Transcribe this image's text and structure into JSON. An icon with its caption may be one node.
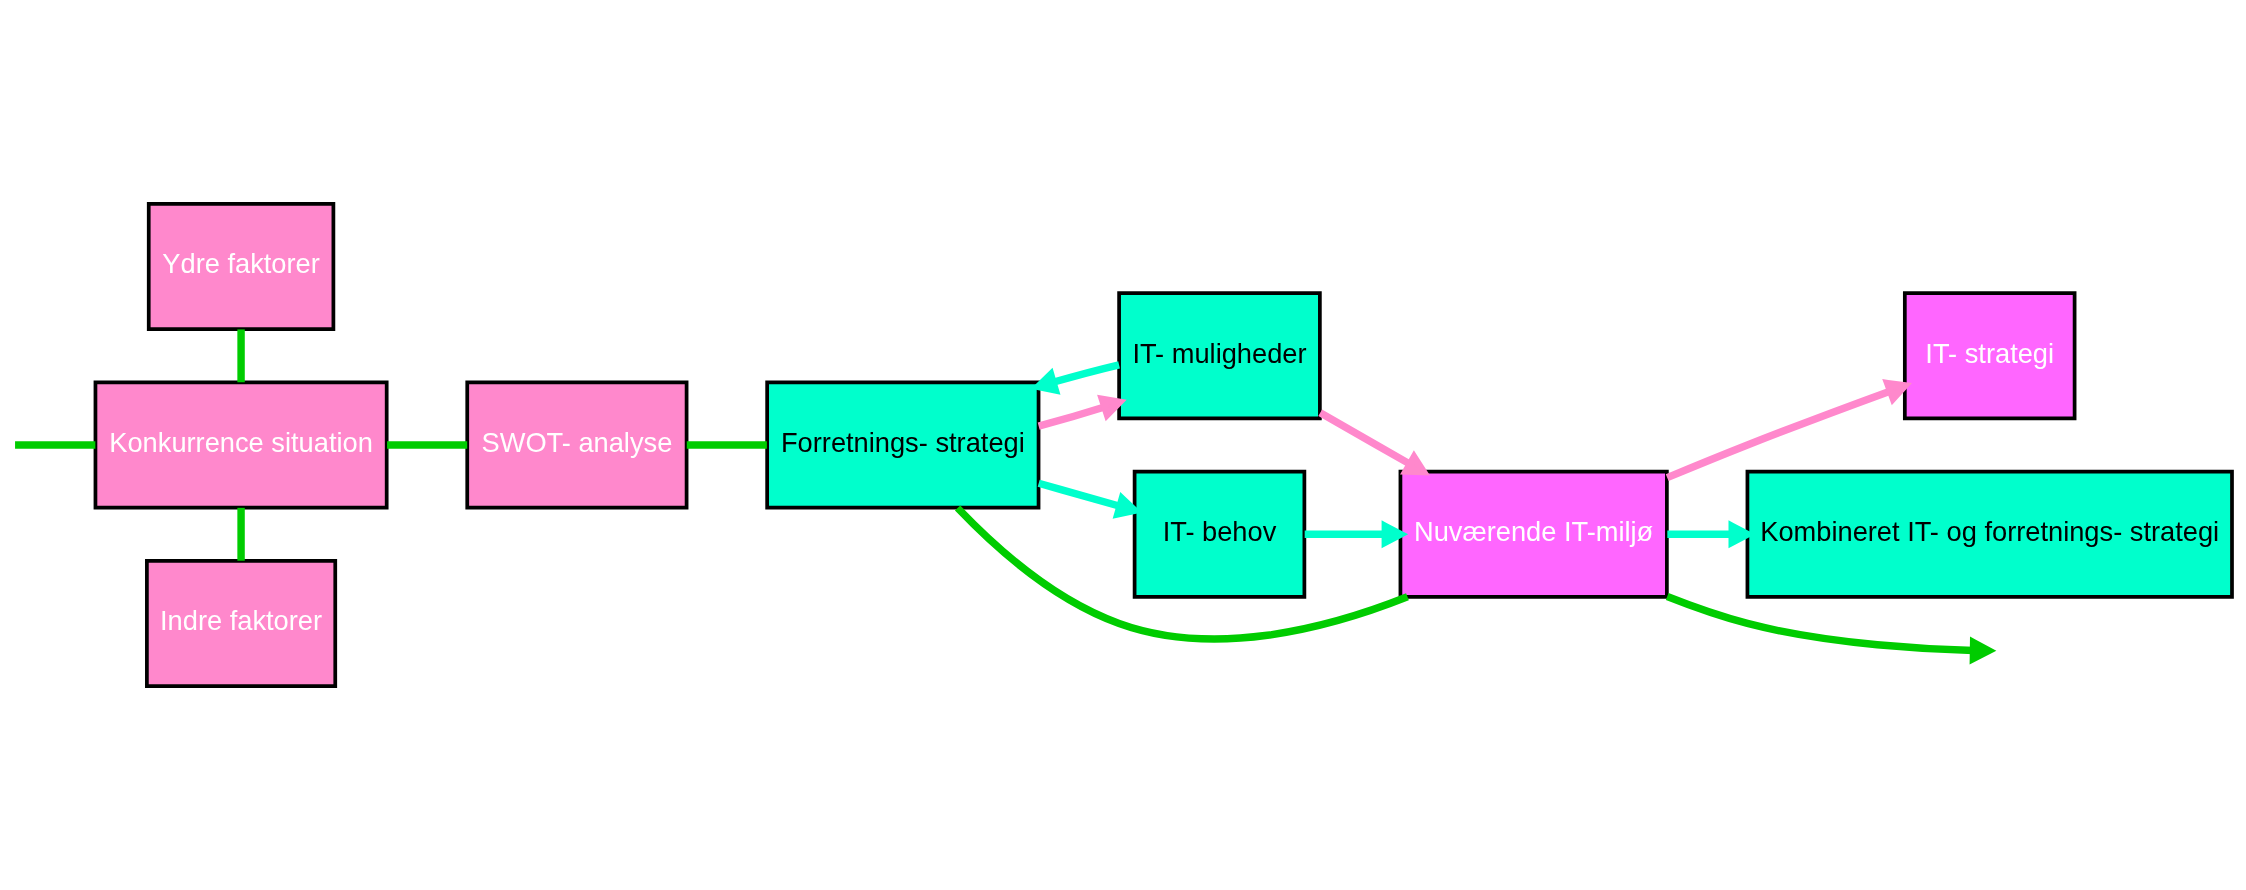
{
  "diagram": {
    "nodes": [
      {
        "text": [
          "Ydre faktorer"
        ]
      },
      {
        "text": [
          "Konkurrence situation"
        ]
      },
      {
        "text": [
          "Indre faktorer"
        ]
      },
      {
        "text": [
          "SWOT- analyse"
        ]
      },
      {
        "text": [
          "Forretnings- strategi"
        ]
      },
      {
        "text": [
          "IT- muligheder"
        ]
      },
      {
        "text": [
          "IT- behov"
        ]
      },
      {
        "text": [
          "Nuværende IT-miljø"
        ]
      },
      {
        "text": [
          "IT- strategi"
        ]
      },
      {
        "text": [
          "Kombineret IT- og forretnings- strategi"
        ]
      }
    ],
    "edges": [
      {
        "from": 0,
        "to": 1,
        "arrow": "none",
        "color": "#00cc00"
      },
      {
        "from": null,
        "to": 1,
        "arrow": "none",
        "color": "#00cc00"
      },
      {
        "from": 1,
        "to": 2,
        "arrow": "none",
        "color": "#00cc00"
      },
      {
        "from": 1,
        "to": 3,
        "arrow": "none",
        "color": "#00cc00"
      },
      {
        "from": 3,
        "to": 4,
        "arrow": "none",
        "color": "#00cc00"
      },
      {
        "from": 5,
        "to": 4,
        "arrow": "to",
        "color": "#00ffcc"
      },
      {
        "from": 4,
        "to": 5,
        "arrow": "to",
        "color": "#ff88cc"
      },
      {
        "from": 4,
        "to": 6,
        "arrow": "to",
        "color": "#00ffcc"
      },
      {
        "from": 4,
        "to": 7,
        "arrow": "none",
        "color": "#00cc00"
      },
      {
        "from": 5,
        "to": 7,
        "arrow": "to",
        "color": "#ff88cc"
      },
      {
        "from": 6,
        "to": 7,
        "arrow": "to",
        "color": "#00ffcc"
      },
      {
        "from": 7,
        "to": 8,
        "arrow": "to",
        "color": "#ff88cc"
      },
      {
        "from": 7,
        "to": 9,
        "arrow": "to",
        "color": "#00ffcc"
      },
      {
        "from": 7,
        "to": null,
        "arrow": "to",
        "color": "#00cc00"
      }
    ]
  }
}
